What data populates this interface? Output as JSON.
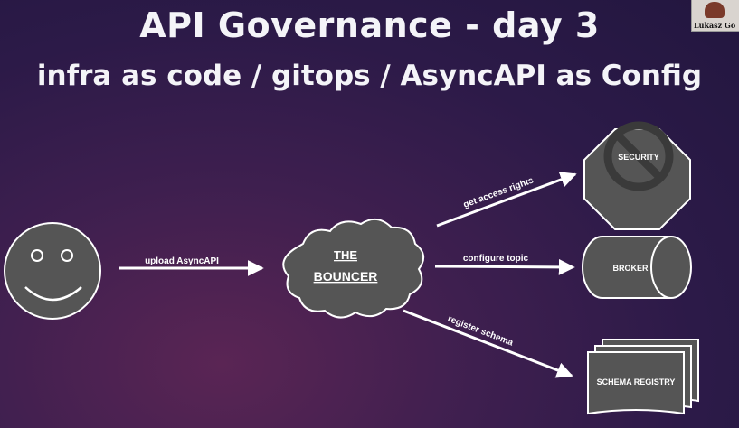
{
  "slide": {
    "title": "API Governance - day 3",
    "subtitle": "infra as code / gitops / AsyncAPI as Config"
  },
  "webcam": {
    "name_label": "Lukasz Go"
  },
  "diagram": {
    "bouncer_line1": "THE",
    "bouncer_line2": "BOUNCER",
    "security_label": "SECURITY",
    "broker_label": "BROKER",
    "schema_registry_label": "SCHEMA REGISTRY",
    "edges": {
      "upload": "upload AsyncAPI",
      "access": "get access rights",
      "topic": "configure topic",
      "schema": "register schema"
    }
  },
  "colors": {
    "node_fill": "#555555",
    "stroke": "#ffffff",
    "text": "#ffffff"
  }
}
